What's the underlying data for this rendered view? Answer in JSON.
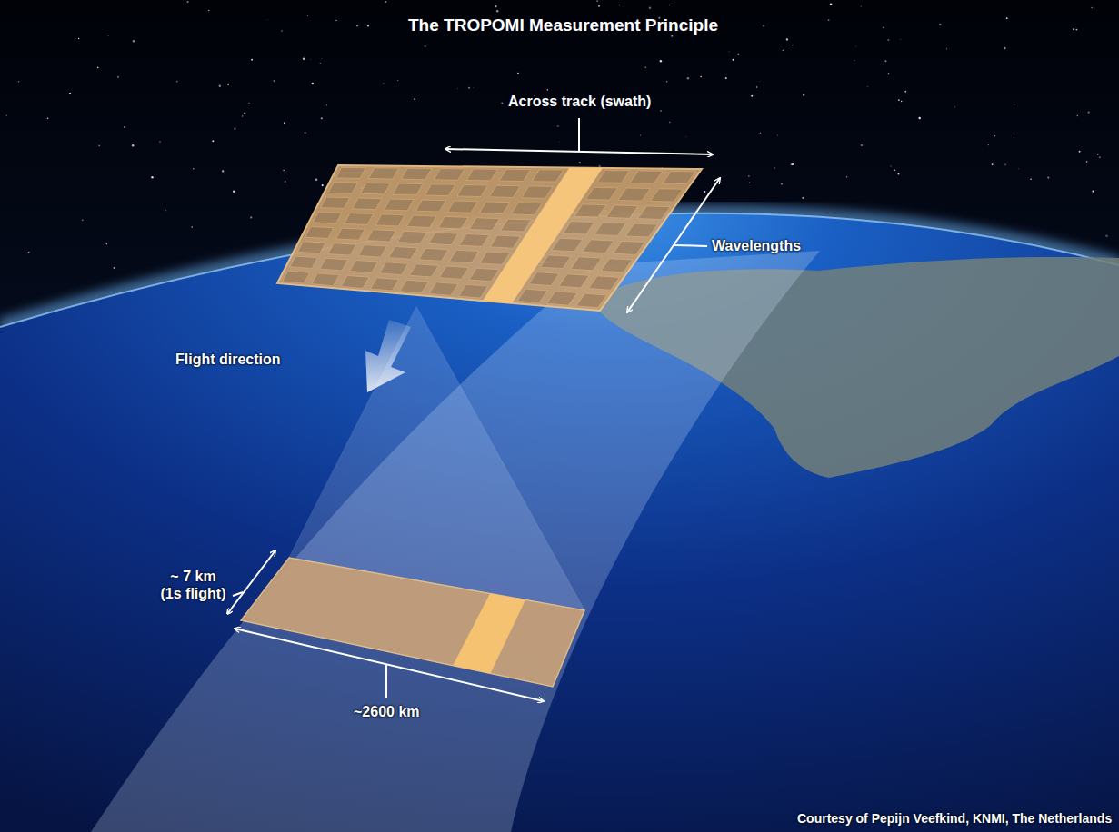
{
  "diagram": {
    "title": "The TROPOMI Measurement Principle",
    "caption": "Courtesy of Pepijn Veefkind, KNMI, The Netherlands",
    "labels": [
      "Across track (swath)",
      "Wavelengths",
      "Flight direction",
      "~ 7 km (1s flight)",
      "~2600 km"
    ]
  }
}
